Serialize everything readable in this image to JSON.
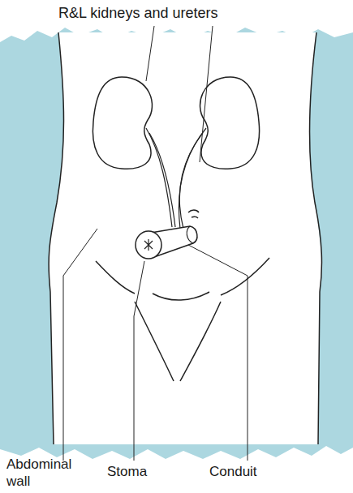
{
  "diagram": {
    "labels": [
      "R&L kidneys and ureters",
      "Abdominal wall",
      "Stoma",
      "Conduit"
    ]
  }
}
